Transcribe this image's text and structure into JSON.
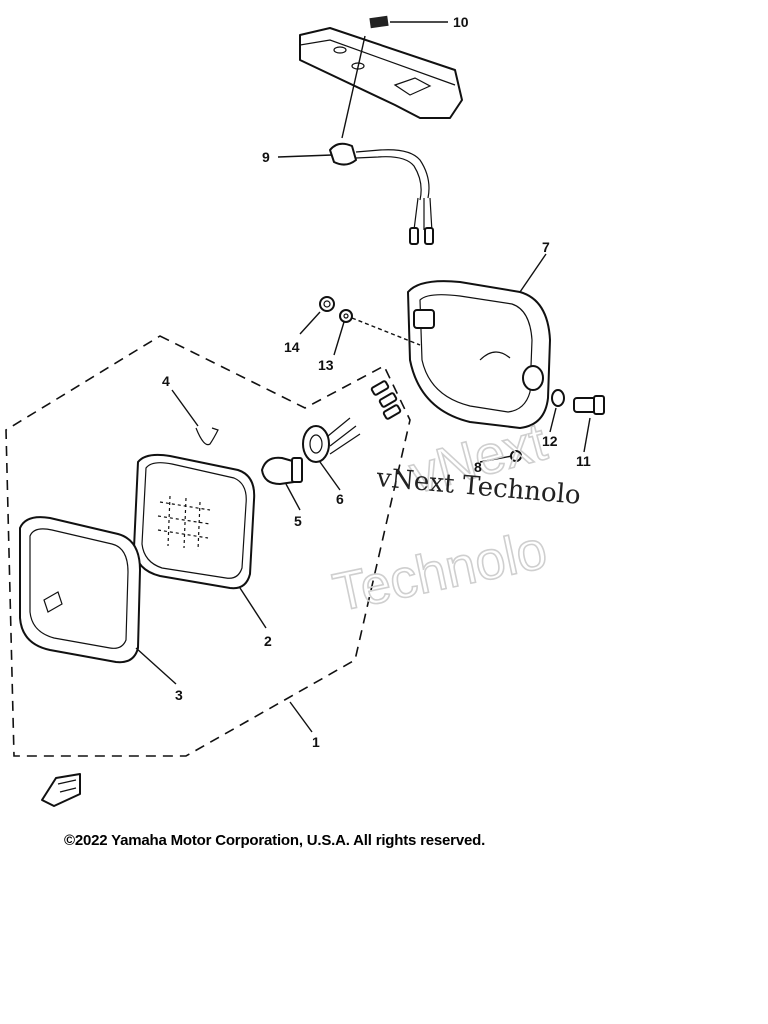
{
  "callouts": {
    "c1": "1",
    "c2": "2",
    "c3": "3",
    "c4": "4",
    "c5": "5",
    "c6": "6",
    "c7": "7",
    "c8": "8",
    "c9": "9",
    "c10": "10",
    "c11": "11",
    "c12": "12",
    "c13": "13",
    "c14": "14"
  },
  "watermark": {
    "line1": "vNext Technolo",
    "outline1": "vNext",
    "outline2": "Technolo"
  },
  "footer": {
    "copyright": "©2022 Yamaha Motor Corporation, U.S.A. All rights reserved."
  }
}
